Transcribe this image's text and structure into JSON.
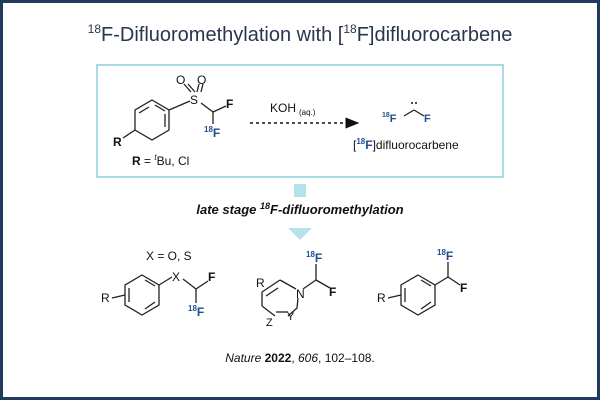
{
  "title": {
    "sup": "18",
    "pre": "F-Difluoromethylation with [",
    "sup2": "18",
    "post": "F]difluorocarbene"
  },
  "reagent": {
    "o1": "O",
    "o2": "O",
    "s": "S",
    "f": "F",
    "f18_sup": "18",
    "f18": "F",
    "r": "R",
    "r_def_label": "R",
    "r_def_eq": " = ",
    "r_def_sup": "t",
    "r_def_rest": "Bu, Cl"
  },
  "reaction": {
    "reagent": "KOH",
    "condition": "(aq.)"
  },
  "carbene": {
    "f18_sup": "18",
    "f18": "F",
    "f": "F",
    "name_open": "[",
    "name_sup": "18",
    "name_f": "F",
    "name_rest": "]difluorocarbene"
  },
  "step_label": {
    "pre": "late stage ",
    "sup": "18",
    "post": "F-difluoromethylation"
  },
  "products": [
    {
      "note": "X = O, S",
      "r": "R",
      "x": "X",
      "f": "F",
      "f18_sup": "18",
      "f18": "F"
    },
    {
      "r": "R",
      "n": "N",
      "z": "Z",
      "y": "Y",
      "f": "F",
      "f18_sup": "18",
      "f18": "F"
    },
    {
      "r": "R",
      "f": "F",
      "f18_sup": "18",
      "f18": "F"
    }
  ],
  "citation": {
    "journal": "Nature",
    "year": "2022",
    "volume": "606",
    "pages": ", 102–108."
  },
  "colors": {
    "frame": "#1f3a5f",
    "box": "#a9dbe3",
    "accent": "#1f4e8c",
    "arrow": "#b5e1ea"
  }
}
